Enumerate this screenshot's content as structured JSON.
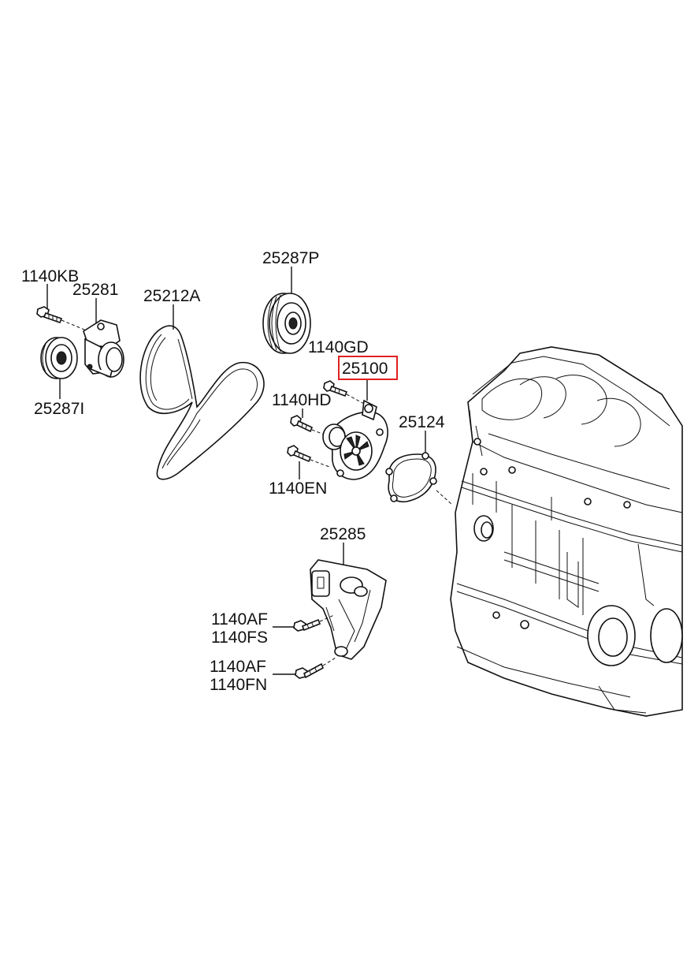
{
  "labels": {
    "l_1140kb": "1140KB",
    "l_25281": "25281",
    "l_25287i": "25287I",
    "l_25212a": "25212A",
    "l_25287p": "25287P",
    "l_1140gd": "1140GD",
    "l_25100": "25100",
    "l_1140hd": "1140HD",
    "l_1140en": "1140EN",
    "l_25124": "25124",
    "l_25285": "25285",
    "l_1140af_a": "1140AF",
    "l_1140fs": "1140FS",
    "l_1140af_b": "1140AF",
    "l_1140fn": "1140FN"
  },
  "highlight": {
    "part": "25100",
    "color": "#e02020"
  }
}
